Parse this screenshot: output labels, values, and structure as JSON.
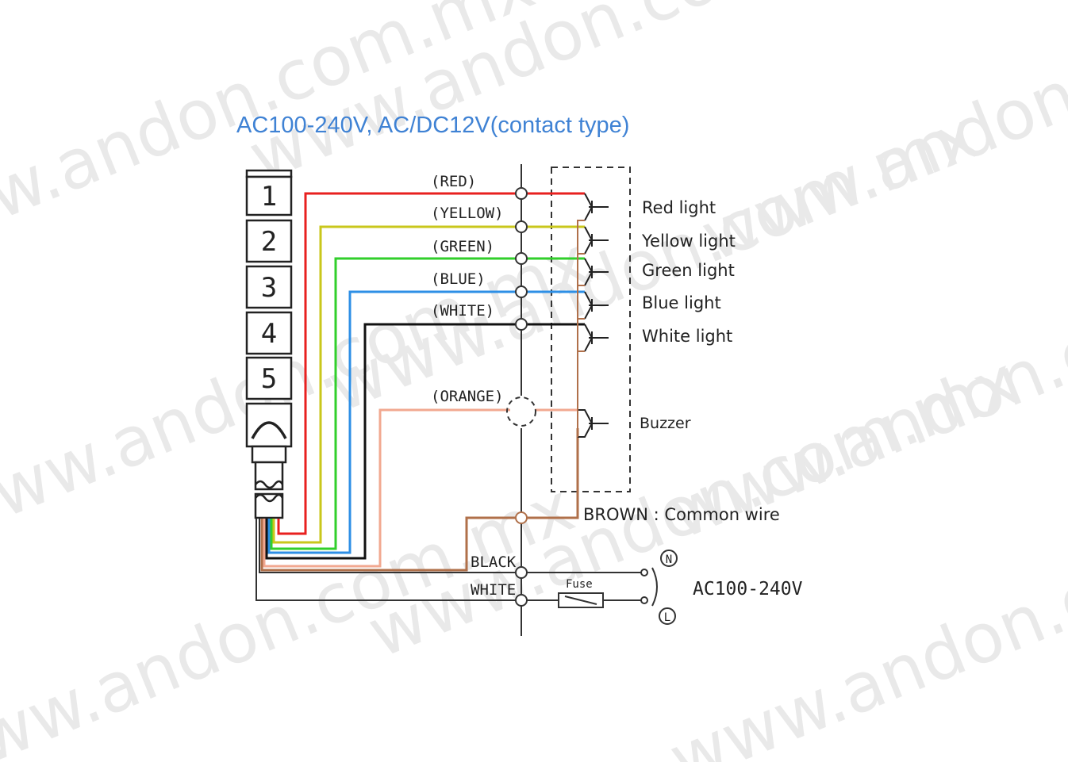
{
  "title": "AC100-240V, AC/DC12V(contact type)",
  "watermark": "www.andon.com.mx",
  "stack": {
    "tiers": [
      "1",
      "2",
      "3",
      "4",
      "5"
    ]
  },
  "wires": [
    {
      "label": "(RED)",
      "color": "#e8201f"
    },
    {
      "label": "(YELLOW)",
      "color": "#c9c71b"
    },
    {
      "label": "(GREEN)",
      "color": "#31cf2b"
    },
    {
      "label": "(BLUE)",
      "color": "#2d8fe6"
    },
    {
      "label": "(WHITE)",
      "color": "#111111"
    },
    {
      "label": "(ORANGE)",
      "color": "#f2a890"
    }
  ],
  "outputs": [
    "Red light",
    "Yellow light",
    "Green light",
    "Blue light",
    "White light",
    "Buzzer"
  ],
  "common": {
    "label": "BROWN : Common wire",
    "color": "#b0704a"
  },
  "supply": {
    "black_label": "BLACK",
    "white_label": "WHITE",
    "fuse_label": "Fuse",
    "n_label": "N",
    "l_label": "L",
    "voltage_label": "AC100-240V"
  }
}
